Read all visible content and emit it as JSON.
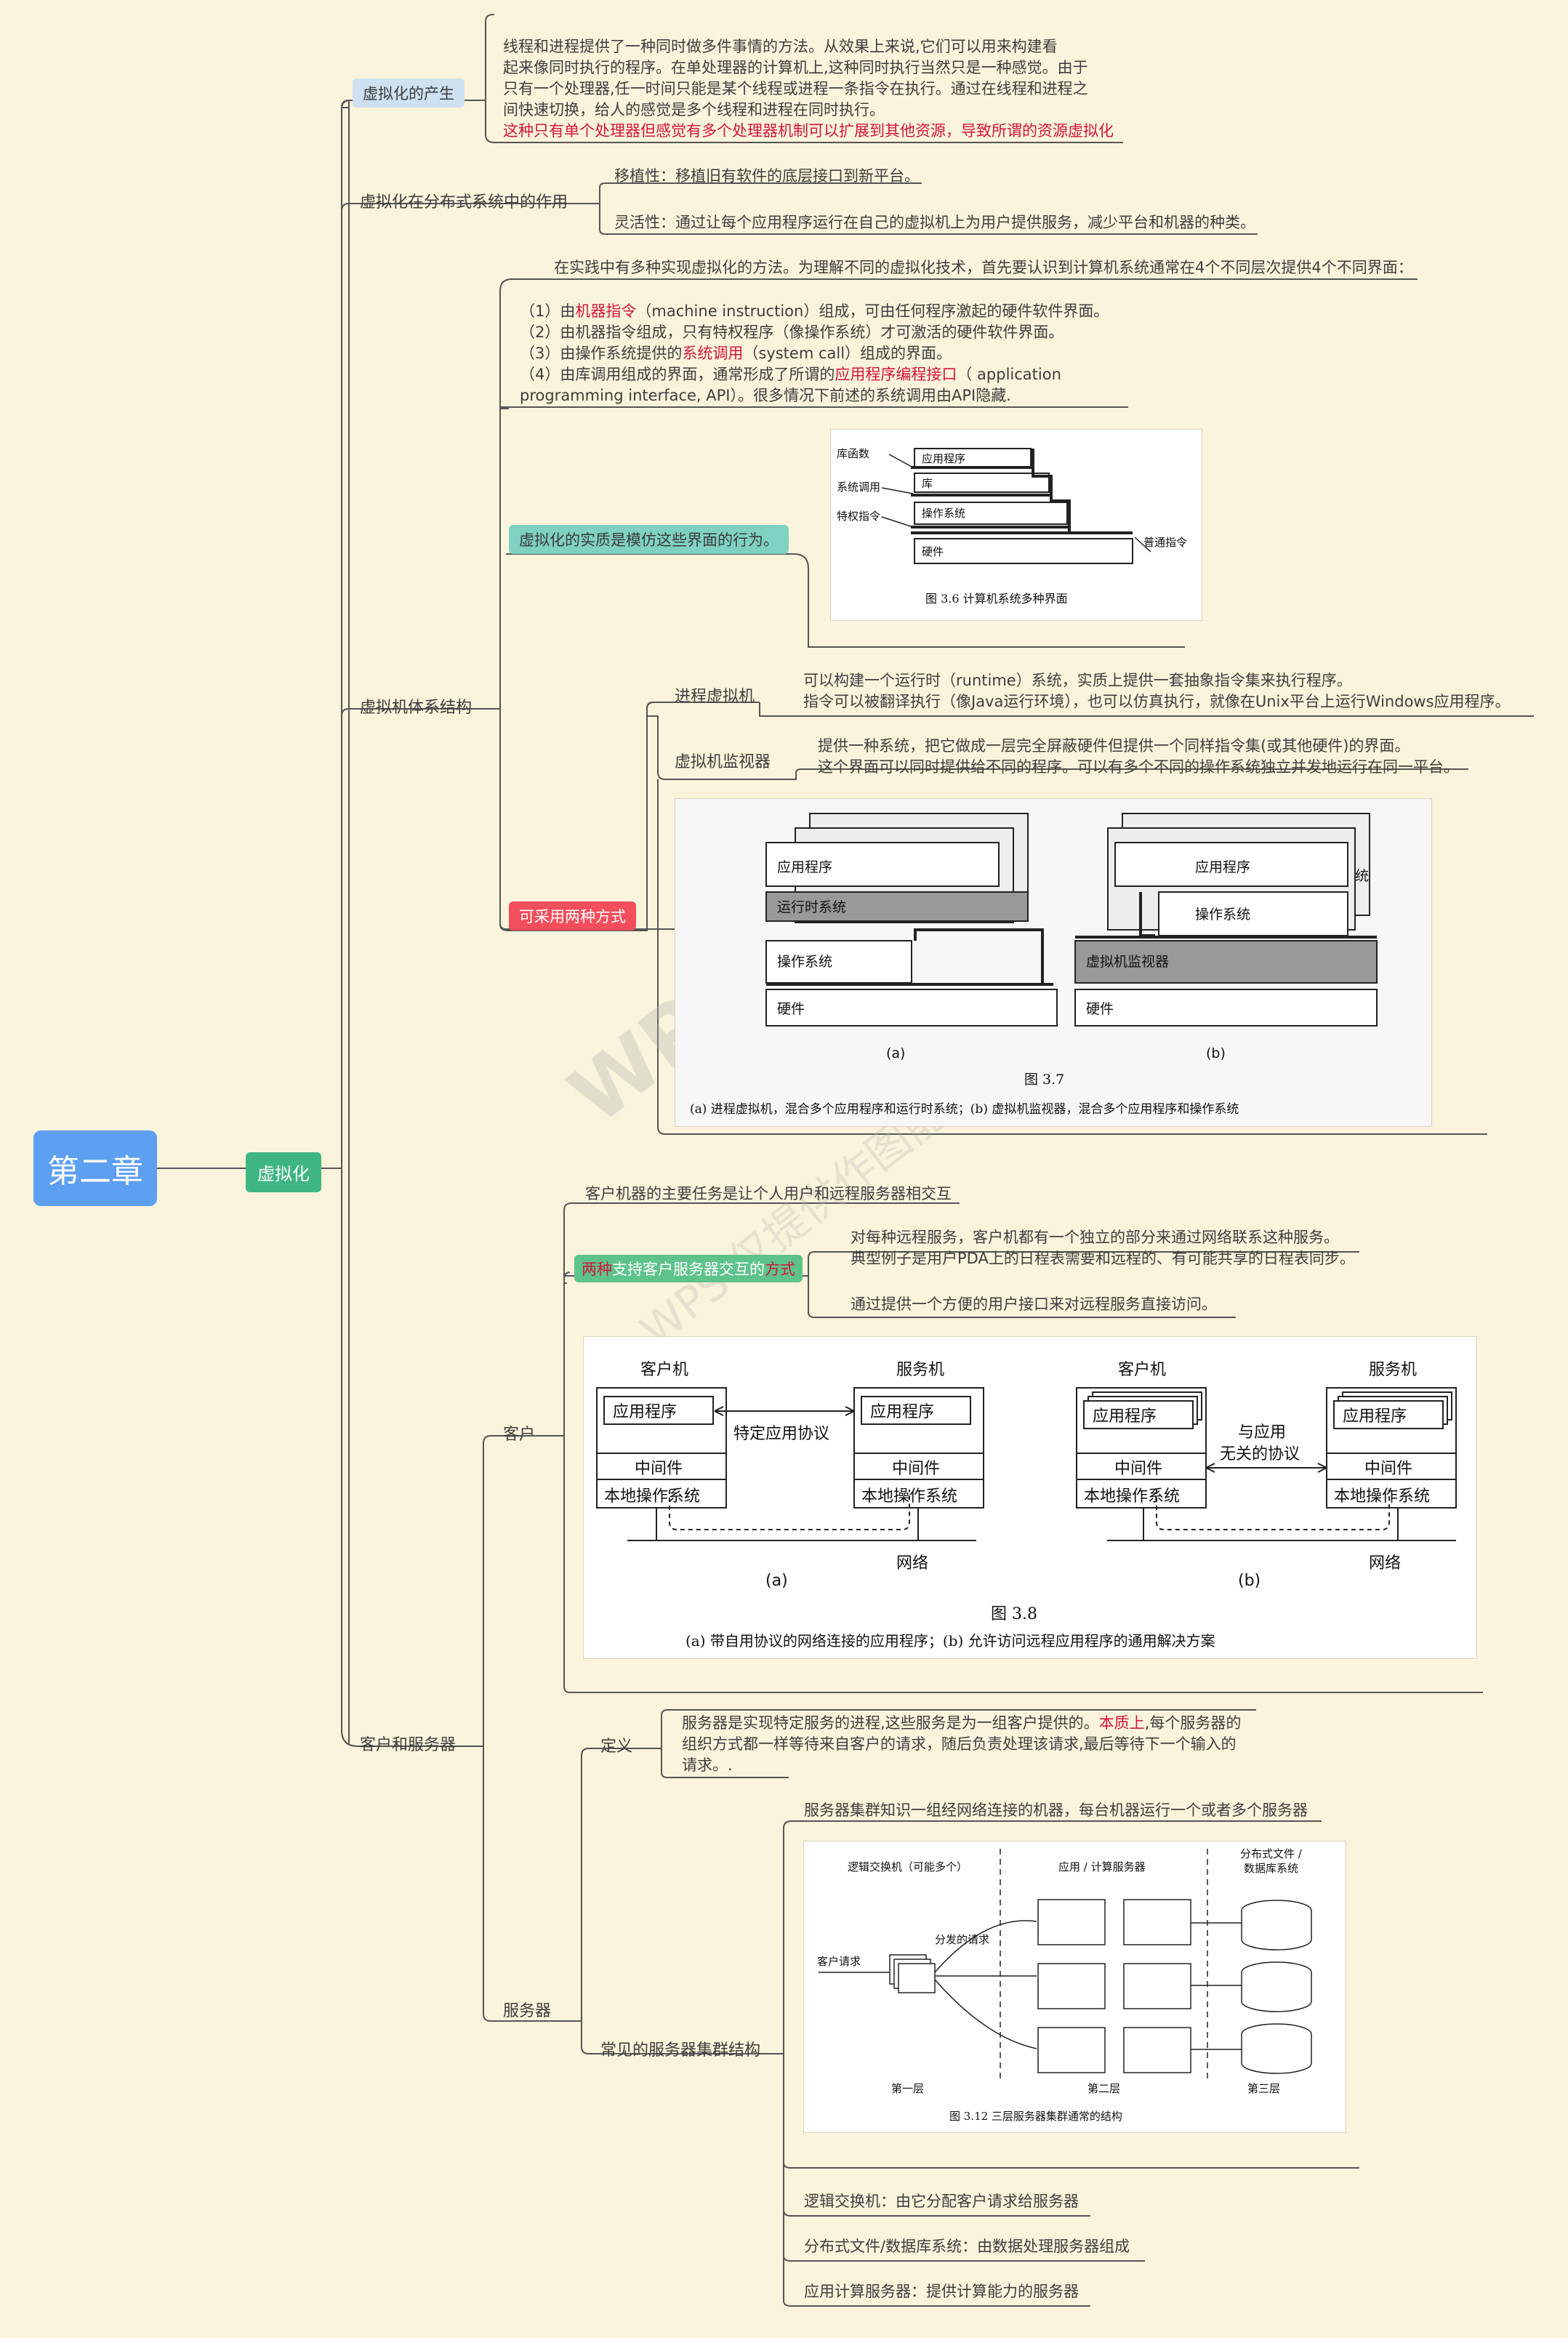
{
  "root": "第二章",
  "main_topic": "虚拟化",
  "branches": {
    "origin": {
      "label": "虚拟化的产生",
      "lines": [
        "线程和进程提供了一种同时做多件事情的方法。从效果上来说,它们可以用来构建看",
        "起来像同时执行的程序。在单处理器的计算机上,这种同时执行当然只是一种感觉。由于",
        "只有一个处理器,任一时间只能是某个线程或进程一条指令在执行。通过在线程和进程之",
        "间快速切换，给人的感觉是多个线程和进程在同时执行。"
      ],
      "highlight": "这种只有单个处理器但感觉有多个处理器机制可以扩展到其他资源，导致所谓的资源虚拟化"
    },
    "role": {
      "label": "虚拟化在分布式系统中的作用",
      "items": [
        "移植性：移植旧有软件的底层接口到新平台。",
        "灵活性：通过让每个应用程序运行在自己的虚拟机上为用户提供服务，减少平台和机器的种类。"
      ]
    },
    "arch": {
      "label": "虚拟机体系结构",
      "intro": "在实践中有多种实现虚拟化的方法。为理解不同的虚拟化技术，首先要认识到计算机系统通常在4个不同层次提供4个不同界面：",
      "levels": {
        "l1_a": "（1）由",
        "l1_b": "机器指令",
        "l1_c": "（machine instruction）组成，可由任何程序激起的硬件软件界面。",
        "l2": "（2）由机器指令组成，只有特权程序（像操作系统）才可激活的硬件软件界面。",
        "l3_a": "（3）由操作系统提供的",
        "l3_b": "系统调用",
        "l3_c": "（system call）组成的界面。",
        "l4_a": "（4）由库调用组成的界面，通常形成了所谓的",
        "l4_b": "应用程序编程接口",
        "l4_c": "（ application",
        "l4_d": "programming interface, API）。很多情况下前述的系统调用由API隐藏."
      },
      "essence": "虚拟化的实质是模仿这些界面的行为。",
      "fig36": {
        "left_labels": [
          "库函数",
          "系统调用",
          "特权指令"
        ],
        "layers": [
          "应用程序",
          "库",
          "操作系统",
          "硬件"
        ],
        "right_label": "普通指令",
        "caption": "图 3.6   计算机系统多种界面"
      },
      "two_ways": "可采用两种方式",
      "process_vm": {
        "label": "进程虚拟机",
        "lines": [
          "可以构建一个运行时（runtime）系统，实质上提供一套抽象指令集来执行程序。",
          "指令可以被翻译执行（像Java运行环境），也可以仿真执行，就像在Unix平台上运行Windows应用程序。"
        ]
      },
      "vmm": {
        "label": "虚拟机监视器",
        "lines": [
          "提供一种系统，把它做成一层完全屏蔽硬件但提供一个同样指令集(或其他硬件)的界面。",
          "这个界面可以同时提供给不同的程序。可以有多个不同的操作系统独立并发地运行在同一平台。"
        ]
      },
      "fig37": {
        "a_layers": [
          "应用程序",
          "运行时系统",
          "操作系统",
          "硬件"
        ],
        "b_layers": [
          "应用程序",
          "操作系统",
          "虚拟机监视器",
          "硬件"
        ],
        "b_side": "统",
        "label_a": "(a)",
        "label_b": "(b)",
        "title": "图   3.7",
        "caption": "(a) 进程虚拟机，混合多个应用程序和运行时系统；(b) 虚拟机监视器，混合多个应用程序和操作系统"
      }
    },
    "cs": {
      "label": "客户和服务器",
      "client": {
        "label": "客户",
        "main_task": "客户机器的主要任务是让个人用户和远程服务器相交互",
        "two_ways_a": "两种",
        "two_ways_b": "支持客户服务器交互的",
        "two_ways_c": "方式",
        "way1_lines": [
          "对每种远程服务，客户机都有一个独立的部分来通过网络联系这种服务。",
          "典型例子是用户PDA上的日程表需要和远程的、有可能共享的日程表同步。"
        ],
        "way2": "通过提供一个方便的用户接口来对远程服务直接访问。",
        "fig38": {
          "client": "客户机",
          "server": "服务机",
          "app": "应用程序",
          "middleware": "中间件",
          "local_os": "本地操作系统",
          "protocol_a": "特定应用协议",
          "protocol_b1": "与应用",
          "protocol_b2": "无关的协议",
          "network": "网络",
          "label_a": "(a)",
          "label_b": "(b)",
          "title": "图   3.8",
          "caption": "(a) 带自用协议的网络连接的应用程序；(b) 允许访问远程应用程序的通用解决方案"
        }
      },
      "server": {
        "label": "服务器",
        "definition_label": "定义",
        "definition_a": "服务器是实现特定服务的进程,这些服务是为一组客户提供的。",
        "definition_b": "本质上",
        "definition_c": ",每个服务器的",
        "definition_lines": [
          "组织方式都一样等待来自客户的请求，随后负责处理该请求,最后等待下一个输入的",
          "请求。."
        ],
        "cluster_label": "常见的服务器集群结构",
        "cluster_intro": "服务器集群知识一组经网络连接的机器，每台机器运行一个或者多个服务器",
        "fig312": {
          "col1": "逻辑交换机（可能多个）",
          "col2": "应用 / 计算服务器",
          "col3a": "分布式文件 /",
          "col3b": "数据库系统",
          "req": "客户请求",
          "dispatched": "分发的请求",
          "tier1": "第一层",
          "tier2": "第二层",
          "tier3": "第三层",
          "caption": "图 3.12   三层服务器集群通常的结构"
        },
        "items": [
          "逻辑交换机：由它分配客户请求给服务器",
          "分布式文件/数据库系统：由数据处理服务器组成",
          "应用计算服务器：提供计算能力的服务器"
        ]
      }
    }
  },
  "watermark": {
    "main": "WPS Mind",
    "sub": "WPS 仅提供作图能力"
  },
  "colors": {
    "background": "#fbf4dc",
    "root": "#5d9ff1",
    "main_topic": "#3fb681",
    "accent_red": "#d4143c",
    "tag_blue": "#cde1f0",
    "tag_teal": "#7fd1c4",
    "tag_red": "#f34e5c",
    "tag_green": "#5ec38a",
    "line": "#555555"
  }
}
